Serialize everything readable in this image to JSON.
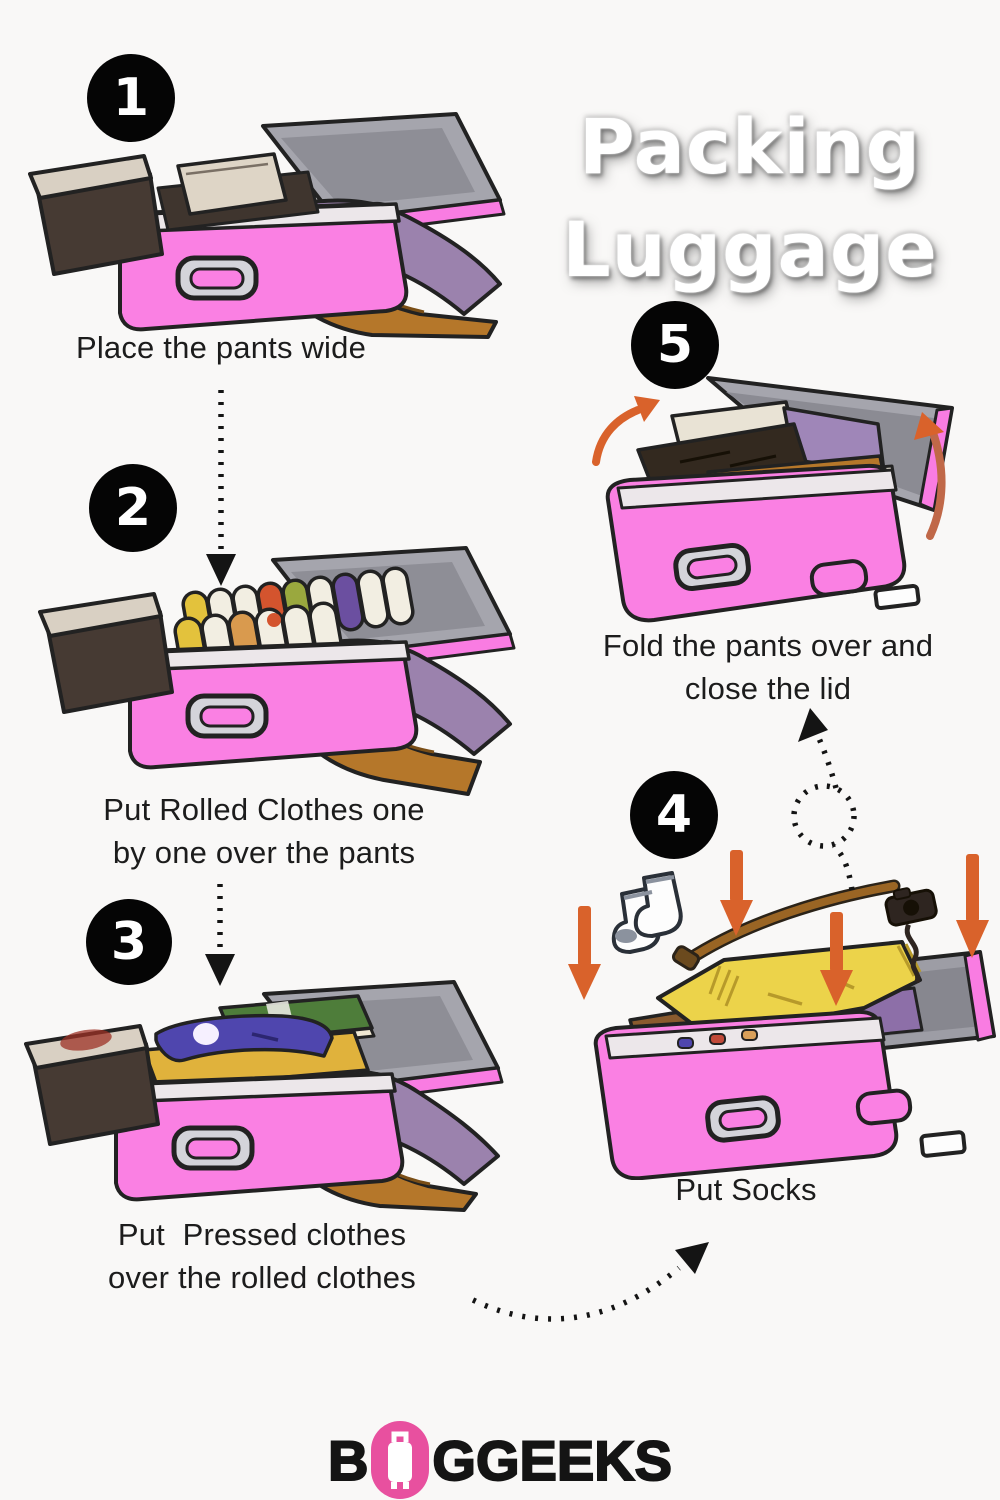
{
  "title": {
    "line1": "Packing",
    "line2": "Luggage"
  },
  "steps": [
    {
      "number": "1",
      "caption_lines": [
        "Place the pants wide"
      ]
    },
    {
      "number": "2",
      "caption_lines": [
        "Put Rolled Clothes one",
        "by one over the pants"
      ]
    },
    {
      "number": "3",
      "caption_lines": [
        "Put  Pressed clothes",
        "over the rolled clothes"
      ]
    },
    {
      "number": "4",
      "caption_lines": [
        "Put Socks"
      ]
    },
    {
      "number": "5",
      "caption_lines": [
        "Fold the pants over and",
        "close the lid"
      ]
    }
  ],
  "logo": {
    "prefix": "B",
    "suffix": "GGEEKS",
    "icon": "suitcase-icon",
    "icon_color": "#e8509f"
  },
  "colors": {
    "background": "#f9f8f7",
    "badge": "#050505",
    "badge_text": "#ffffff",
    "title_text": "#ffffff",
    "caption_text": "#1c1c1c",
    "suitcase_pink": "#fa80e3",
    "lid_gray": "#a5a5ad",
    "pants_brown": "#b5772a",
    "fabric_purple": "#9b82ad",
    "arrow_orange": "#d9622b",
    "dotted_arrow": "#141414"
  }
}
